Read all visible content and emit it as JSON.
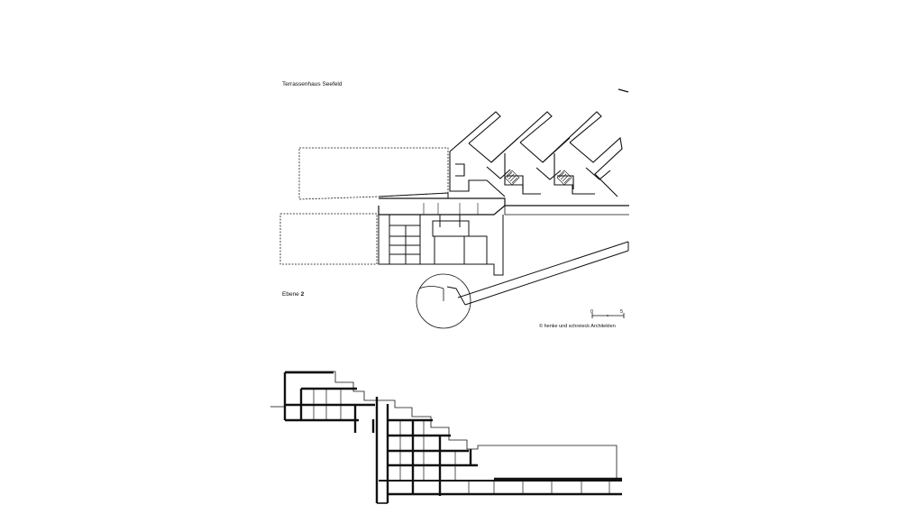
{
  "drawing": {
    "title": "Terrassenhaus  Seefeld",
    "level_label": "Ebene",
    "level_number": "2",
    "scale_start": "0",
    "scale_end": "5",
    "credit": "© henke und schreieck Architekten"
  },
  "colors": {
    "line": "#111111",
    "background": "#ffffff"
  }
}
